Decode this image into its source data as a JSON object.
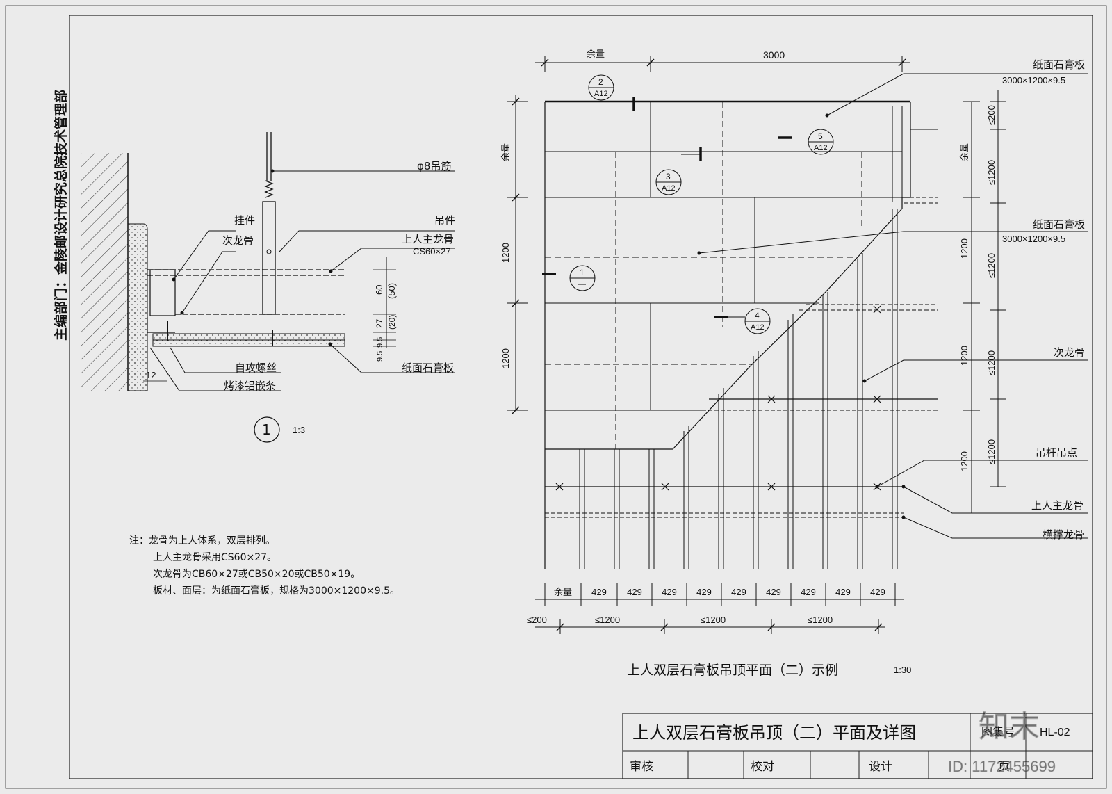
{
  "side_label": "主编部门：金陵邮设计研究总院技术管理部",
  "detail": {
    "labels": {
      "rebar": "φ8吊筋",
      "hanger_clip": "挂件",
      "secondary_keel": "次龙骨",
      "hanger": "吊件",
      "main_keel": "上人主龙骨",
      "main_keel_spec": "CS60×27",
      "screw": "自攻螺丝",
      "alu_strip": "烤漆铝嵌条",
      "gypsum": "纸面石膏板"
    },
    "dims": {
      "d60": "60",
      "d50": "(50)",
      "d27": "27",
      "d20": "(20)",
      "d95": "9.5",
      "d95b": "9.5",
      "d12": "12"
    },
    "number": "1",
    "scale": "1:3"
  },
  "notes": [
    "注：龙骨为上人体系，双层排列。",
    "上人主龙骨采用CS60×27。",
    "次龙骨为CB60×27或CB50×20或CB50×19。",
    "板材、面层：为纸面石膏板，规格为3000×1200×9.5。"
  ],
  "plan": {
    "top_dims": {
      "margin": "余量",
      "length": "3000"
    },
    "left_dims": {
      "margin": "余量",
      "d1": "1200",
      "d2": "1200"
    },
    "right_dims": {
      "margin": "余量",
      "a": "≤200",
      "b": "≤1200",
      "c": "≤1200",
      "d": "≤1200",
      "e": "≤1200",
      "r1": "1200",
      "r2": "1200",
      "r3": "1200"
    },
    "bottom_dims": [
      "余量",
      "429",
      "429",
      "429",
      "429",
      "429",
      "429",
      "429",
      "429",
      "429"
    ],
    "bottom_dims2": [
      "≤200",
      "≤1200",
      "≤1200",
      "≤1200"
    ],
    "labels": {
      "board1": "纸面石膏板",
      "board1_spec": "3000×1200×9.5",
      "board2": "纸面石膏板",
      "board2_spec": "3000×1200×9.5",
      "secondary": "次龙骨",
      "hanger_point": "吊杆吊点",
      "main": "上人主龙骨",
      "cross": "横撑龙骨"
    },
    "callouts": [
      {
        "num": "2",
        "sheet": "A12"
      },
      {
        "num": "5",
        "sheet": "A12"
      },
      {
        "num": "3",
        "sheet": "A12"
      },
      {
        "num": "1",
        "sheet": "—"
      },
      {
        "num": "4",
        "sheet": "A12"
      }
    ],
    "title": "上人双层石膏板吊顶平面（二）示例",
    "scale": "1:30"
  },
  "title_block": {
    "title": "上人双层石膏板吊顶（二）平面及详图",
    "drawing_no_label": "图集号",
    "drawing_no": "HL-02",
    "review": "审核",
    "check": "校对",
    "design": "设计",
    "page": "页"
  },
  "watermark": {
    "brand": "知末",
    "id": "ID: 1172455699"
  }
}
